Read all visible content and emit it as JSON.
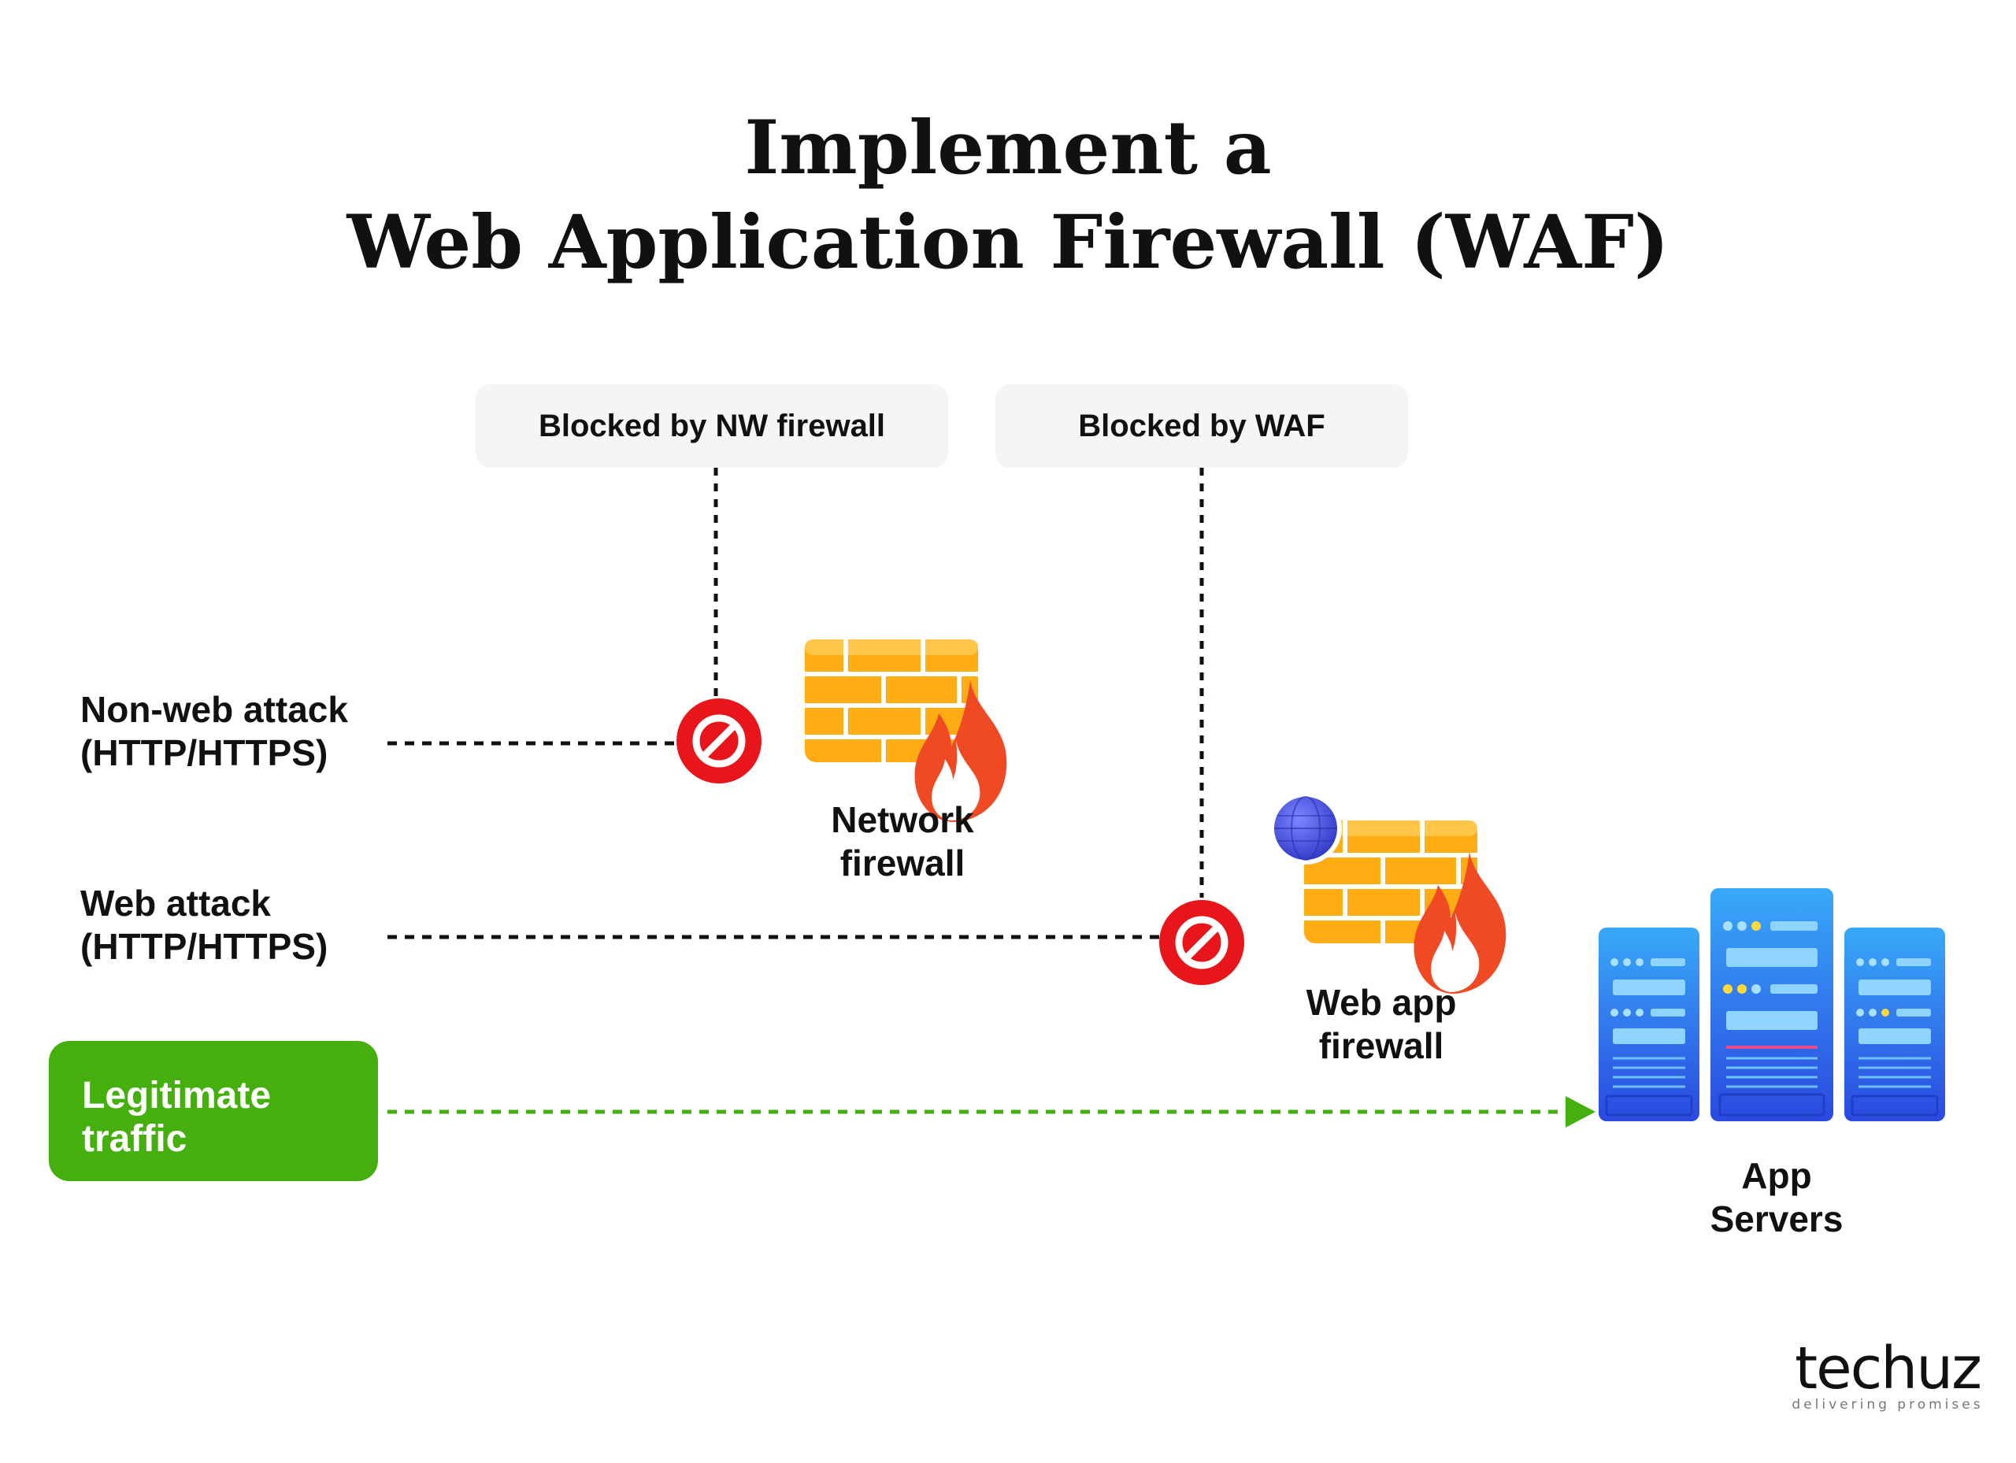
{
  "title": {
    "line1": "Implement a",
    "line2": "Web Application Firewall (WAF)"
  },
  "blocked_labels": {
    "network": "Blocked by NW firewall",
    "waf": "Blocked by WAF"
  },
  "sources": {
    "non_web": {
      "line1": "Non-web attack",
      "line2": "(HTTP/HTTPS)"
    },
    "web": {
      "line1": "Web attack",
      "line2": "(HTTP/HTTPS)"
    },
    "legit": {
      "line1": "Legitimate",
      "line2": "traffic"
    }
  },
  "components": {
    "network_firewall": {
      "line1": "Network",
      "line2": "firewall"
    },
    "web_app_firewall": {
      "line1": "Web app",
      "line2": "firewall"
    },
    "app_servers": {
      "line1": "App",
      "line2": "Servers"
    }
  },
  "logo": {
    "word": "techuz",
    "tagline": "delivering promises"
  },
  "colors": {
    "legit_green": "#45b00d",
    "block_red": "#e8161b",
    "firewall_orange": "#ffac12",
    "flame_red": "#f04a25",
    "server_blue": "#2f7df0",
    "globe_blue": "#4b53e0"
  },
  "icons": [
    "block-icon",
    "brick-wall-icon",
    "flame-icon",
    "globe-icon",
    "server-rack-icon"
  ]
}
